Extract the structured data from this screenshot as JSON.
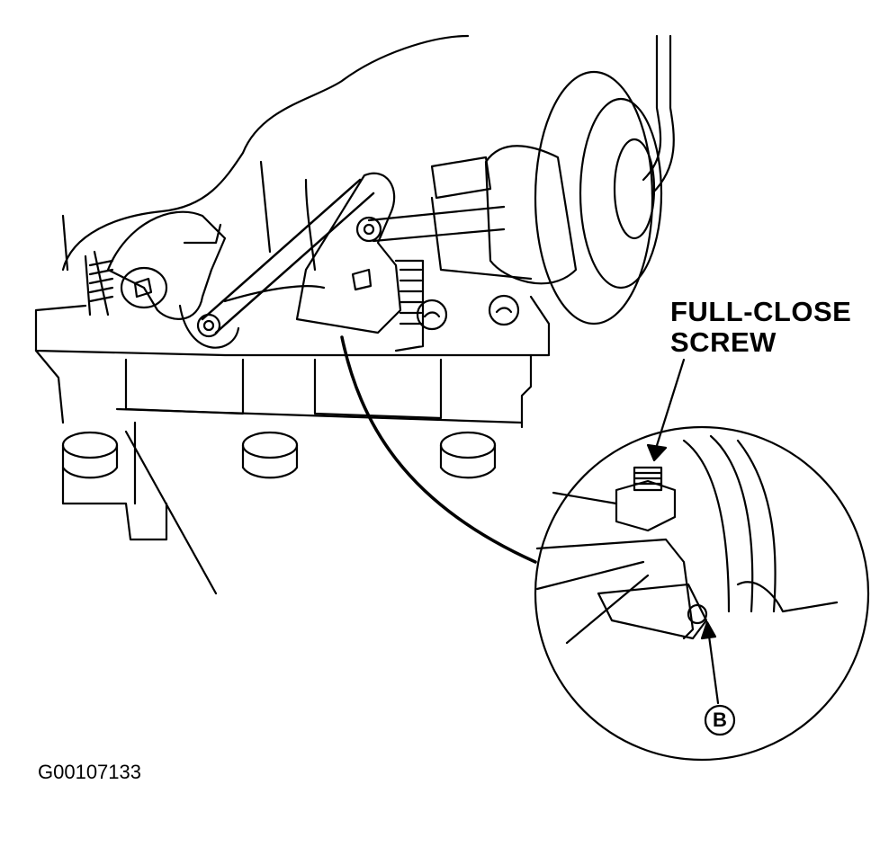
{
  "callouts": {
    "full_close_line1": "FULL-CLOSE",
    "full_close_line2": "SCREW",
    "marker_b": "B"
  },
  "figure_id": "G00107133",
  "colors": {
    "ink": "#000000",
    "background": "#ffffff"
  }
}
